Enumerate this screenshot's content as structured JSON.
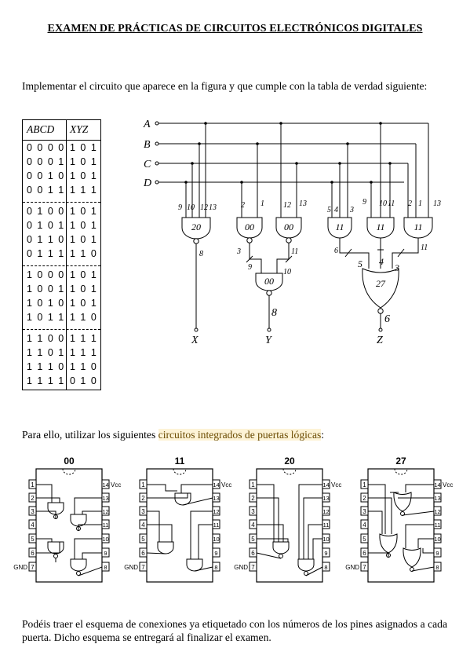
{
  "title": "EXAMEN DE PRÁCTICAS DE CIRCUITOS ELECTRÓNICOS DIGITALES",
  "intro": "Implementar el circuito que aparece en la figura y que cumple con la tabla de verdad siguiente:",
  "truth_table": {
    "headers": [
      "ABCD",
      "XYZ"
    ],
    "rows": [
      [
        "0 0 0 0",
        "1 0 1"
      ],
      [
        "0 0 0 1",
        "1 0 1"
      ],
      [
        "0 0 1 0",
        "1 0 1"
      ],
      [
        "0 0 1 1",
        "1 1 1"
      ],
      [
        "0 1 0 0",
        "1 0 1"
      ],
      [
        "0 1 0 1",
        "1 0 1"
      ],
      [
        "0 1 1 0",
        "1 0 1"
      ],
      [
        "0 1 1 1",
        "1 1 0"
      ],
      [
        "1 0 0 0",
        "1 0 1"
      ],
      [
        "1 0 0 1",
        "1 0 1"
      ],
      [
        "1 0 1 0",
        "1 0 1"
      ],
      [
        "1 0 1 1",
        "1 1 0"
      ],
      [
        "1 1 0 0",
        "1 1 1"
      ],
      [
        "1 1 0 1",
        "1 1 1"
      ],
      [
        "1 1 1 0",
        "1 1 0"
      ],
      [
        "1 1 1 1",
        "0 1 0"
      ]
    ]
  },
  "circuit": {
    "inputs": [
      "A",
      "B",
      "C",
      "D"
    ],
    "outputs": [
      "X",
      "Y",
      "Z"
    ],
    "gate_labels": [
      "20",
      "00",
      "00",
      "11",
      "11",
      "11",
      "00",
      "27"
    ],
    "pin_labels": {
      "g1": [
        "9",
        "10",
        "12",
        "13",
        "8"
      ],
      "g2": [
        "2",
        "1"
      ],
      "g3": [
        "12",
        "13"
      ],
      "g4": [
        "5",
        "4",
        "3",
        "6"
      ],
      "g5": [
        "9",
        "10",
        "11"
      ],
      "g6": [
        "2",
        "1",
        "13",
        "11"
      ],
      "g7": [
        "3",
        "11",
        "9",
        "10",
        "8"
      ],
      "g8": [
        "5",
        "4",
        "3",
        "6"
      ]
    }
  },
  "para2_before": "Para ello, utilizar los siguientes ",
  "para2_highlight": "circuitos integrados de puertas lógicas",
  "para2_after": ":",
  "chips": [
    {
      "name": "00",
      "vcc": "Vcc",
      "gnd": "GND"
    },
    {
      "name": "11",
      "vcc": "Vcc",
      "gnd": "GND"
    },
    {
      "name": "20",
      "vcc": "Vcc",
      "gnd": "GND"
    },
    {
      "name": "27",
      "vcc": "Vcc",
      "gnd": "GND"
    }
  ],
  "pins_left": [
    "1",
    "2",
    "3",
    "4",
    "5",
    "6",
    "7"
  ],
  "pins_right": [
    "14",
    "13",
    "12",
    "11",
    "10",
    "9",
    "8"
  ],
  "para3": "Podéis traer el esquema de conexiones ya etiquetado con los números de los pines asignados a cada puerta. Dicho esquema se entregará al finalizar el examen."
}
